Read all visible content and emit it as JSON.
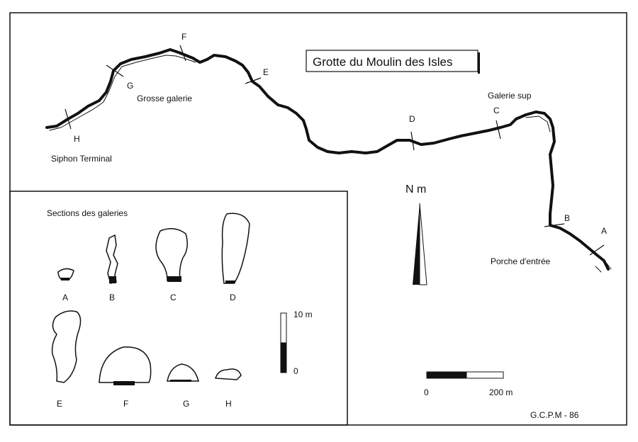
{
  "title": "Grotte du Moulin des Isles",
  "places": {
    "siphon": "Siphon Terminal",
    "grosse_galerie": "Grosse galerie",
    "galerie_sup": "Galerie sup",
    "porche": "Porche d'entrée"
  },
  "stations": [
    "A",
    "B",
    "C",
    "D",
    "E",
    "F",
    "G",
    "H"
  ],
  "north_label": "N m",
  "inset": {
    "title": "Sections des galeries",
    "section_labels": [
      "A",
      "B",
      "C",
      "D",
      "E",
      "F",
      "G",
      "H"
    ],
    "vscale_top": "10 m",
    "vscale_bottom": "0"
  },
  "scale_bar": {
    "start": "0",
    "end": "200 m"
  },
  "credit": "G.C.P.M - 86",
  "colors": {
    "ink": "#111111",
    "paper": "#ffffff"
  }
}
